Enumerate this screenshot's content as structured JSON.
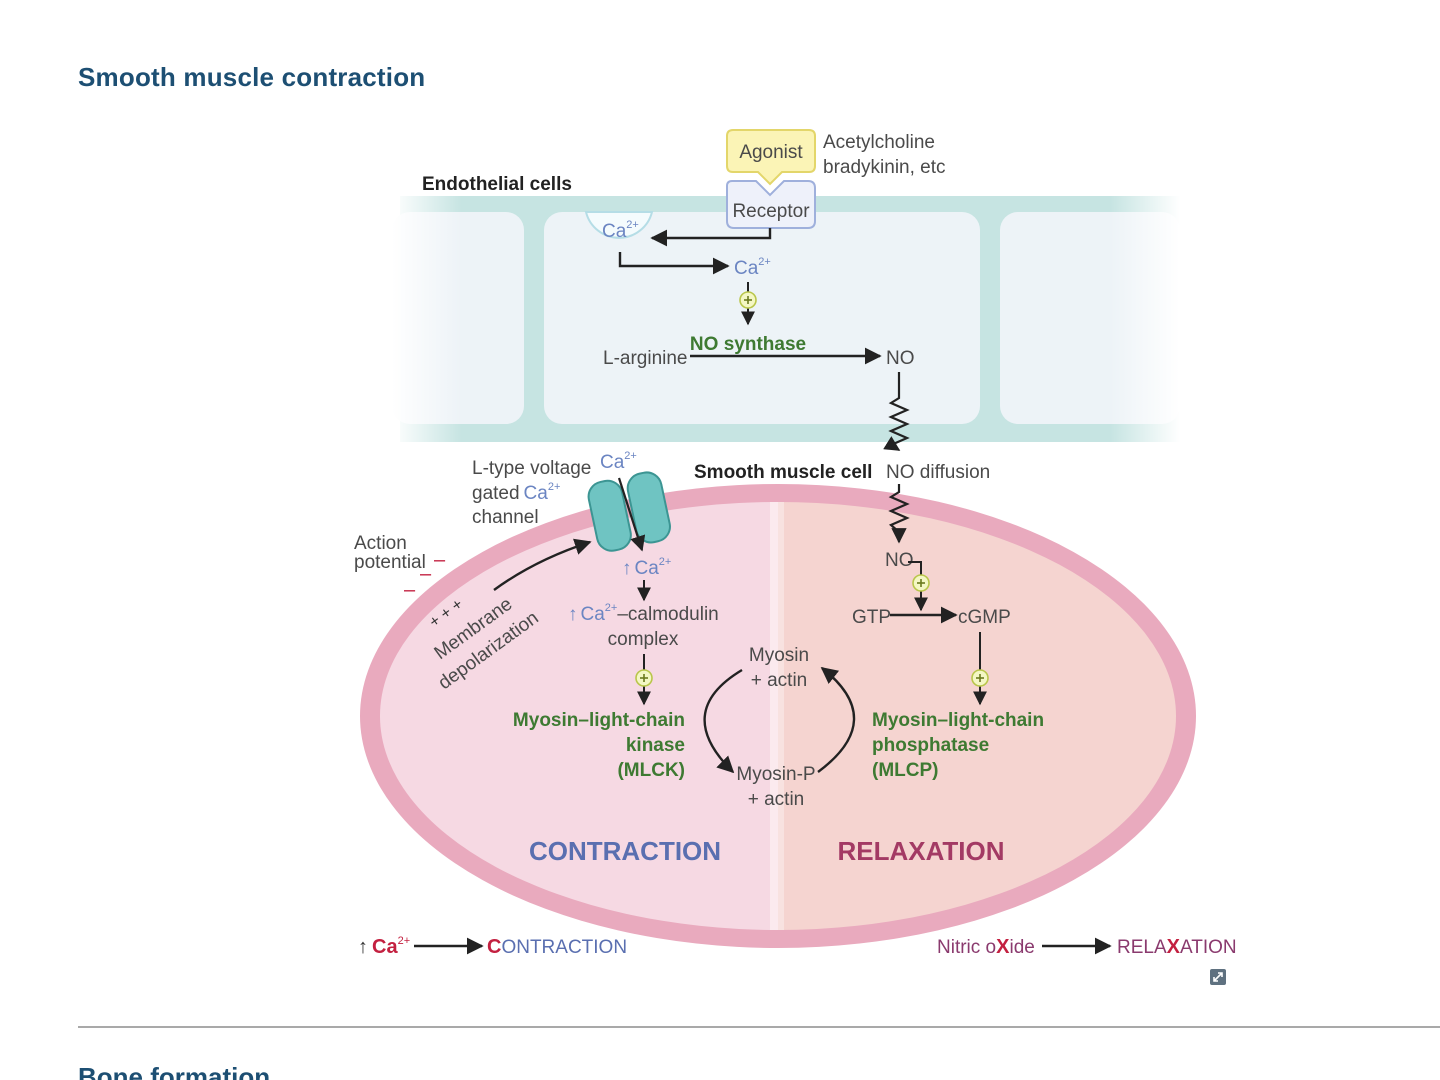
{
  "page": {
    "section_title": "Smooth muscle contraction",
    "next_section_title": "Bone formation"
  },
  "diagram": {
    "endothelial_label": "Endothelial cells",
    "agonist": "Agonist",
    "agonist_examples_line1": "Acetylcholine",
    "agonist_examples_line2": "bradykinin, etc",
    "receptor": "Receptor",
    "ca": "Ca",
    "ca_charge": "2+",
    "no_synthase": "NO synthase",
    "l_arginine": "L-arginine",
    "no": "NO",
    "no_diffusion": "NO diffusion",
    "smooth_muscle_cell": "Smooth muscle cell",
    "l_type_line1": "L-type voltage",
    "l_type_line2": "gated",
    "l_type_line3": "channel",
    "action_potential_line1": "Action",
    "action_potential_line2": "potential",
    "membrane_line1": "Membrane",
    "membrane_line2": "depolarization",
    "up_arrow": "↑",
    "calmodulin_line1": "–calmodulin",
    "calmodulin_line2": "complex",
    "mlck_line1": "Myosin–light-chain",
    "mlck_line2": "kinase",
    "mlck_line3": "(MLCK)",
    "myosin_actin_line1": "Myosin",
    "myosin_actin_line2": "+ actin",
    "myosin_p_line1": "Myosin-P",
    "myosin_p_line2": "+ actin",
    "gtp": "GTP",
    "cgmp": "cGMP",
    "mlcp_line1": "Myosin–light-chain",
    "mlcp_line2": "phosphatase",
    "mlcp_line3": "(MLCP)",
    "contraction": "CONTRACTION",
    "relaxation": "RELAXATION"
  },
  "mnemonic": {
    "left_up": "↑",
    "left_c": "C",
    "left_a": "a",
    "left_charge": "2+",
    "left_result_first": "C",
    "left_result_rest": "ONTRACTION",
    "right_cause_1": "Nitric o",
    "right_cause_x": "X",
    "right_cause_2": "ide",
    "right_result_1": "RELA",
    "right_result_x": "X",
    "right_result_2": "ATION"
  },
  "icons": {
    "enlarge": "expand-icon"
  },
  "colors": {
    "title": "#1d4f73",
    "endothelium": "#c6e4e2",
    "cell_contraction": "#f6d9e3",
    "cell_relaxation": "#f5d4d0",
    "cell_border": "#e8a7bc",
    "channel": "#6fc4c2",
    "agonist_fill": "#fbf4b6",
    "enzyme_green": "#3e7a32",
    "ca_blue": "#6b85c2",
    "contraction_blue": "#5a6fb0",
    "relaxation_red": "#a33a64"
  }
}
